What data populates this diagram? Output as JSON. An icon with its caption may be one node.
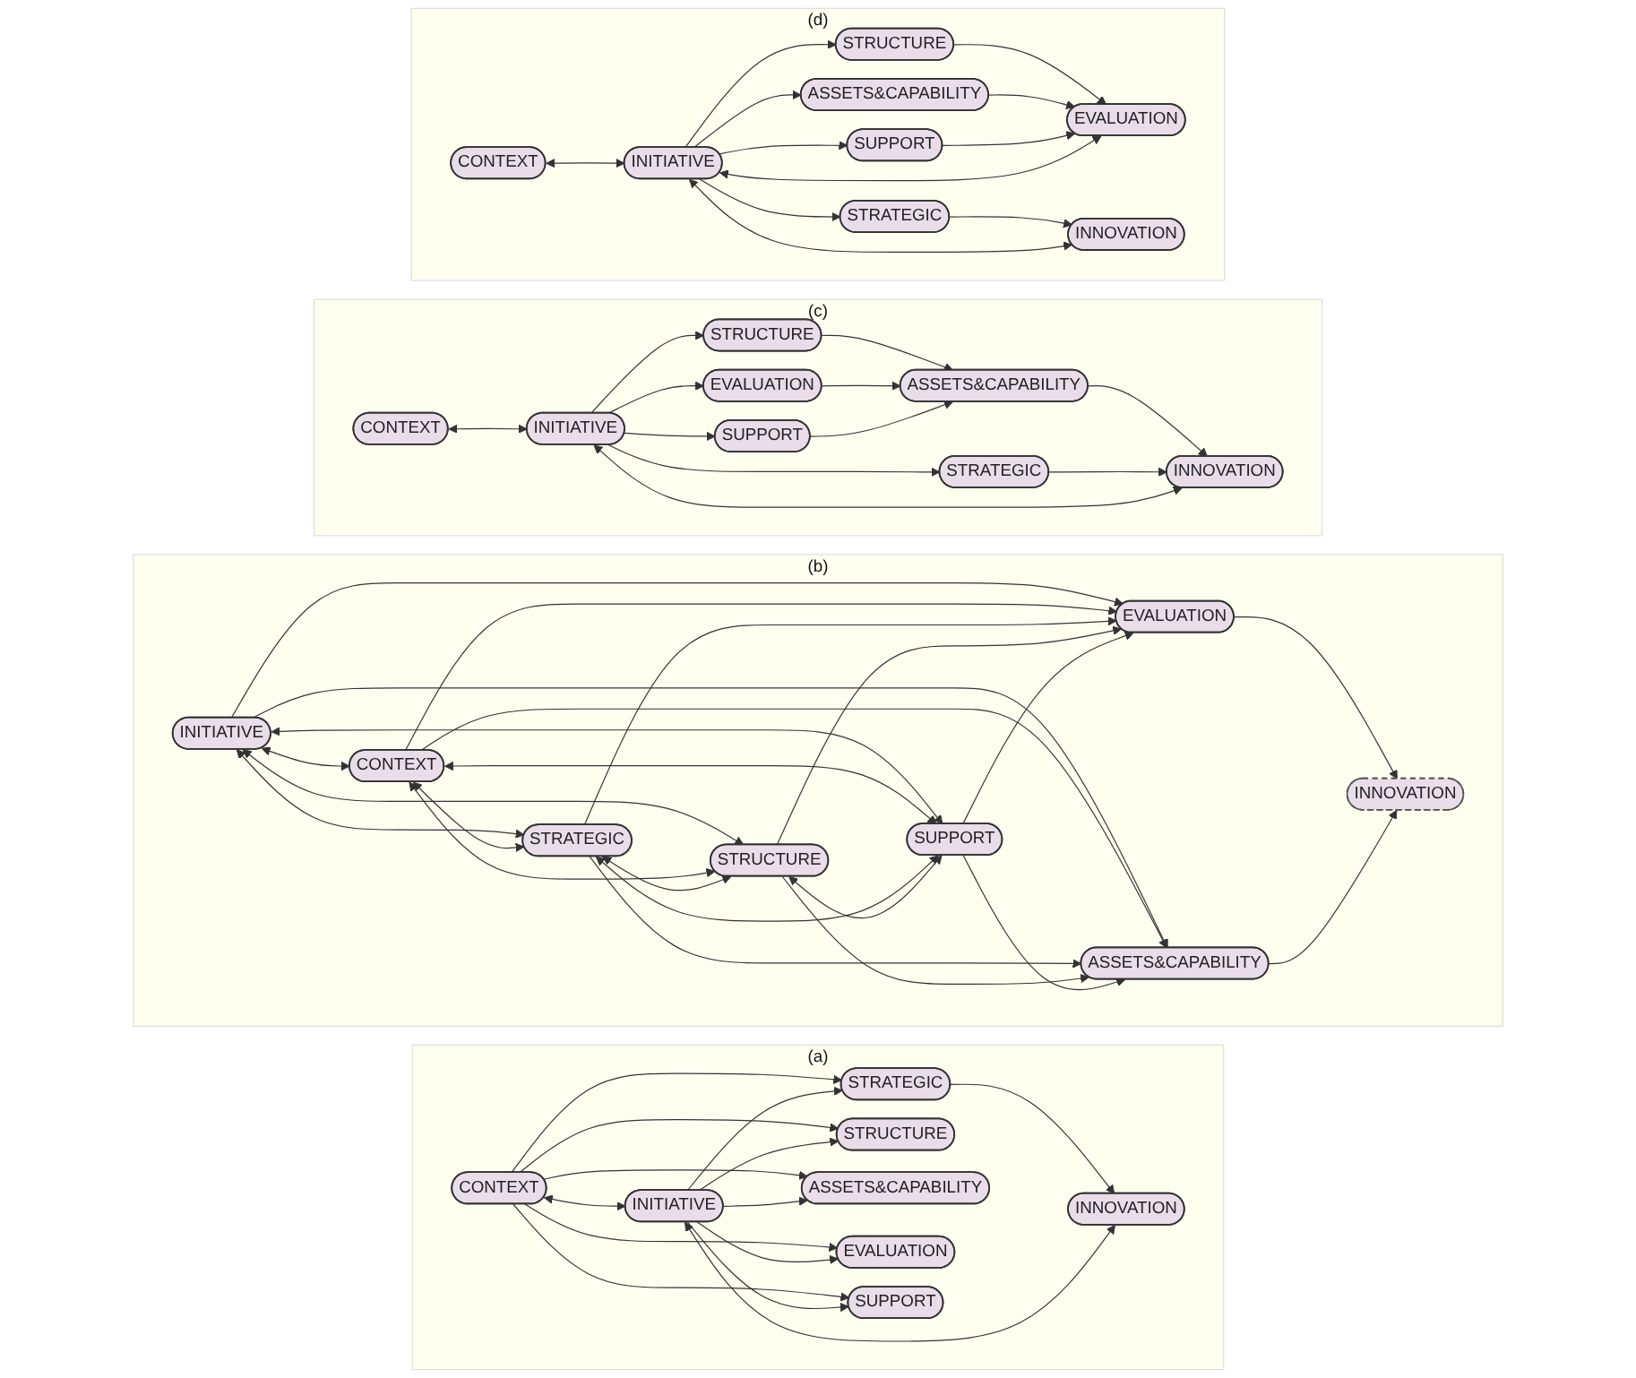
{
  "diagram": {
    "nodes": [
      {
        "text": [
          "(a)"
        ]
      },
      {
        "text": [
          "STRATEGIC"
        ],
        "in": 0
      },
      {
        "text": [
          "CONTEXT"
        ],
        "in": 0
      },
      {
        "text": [
          "STRUCTURE"
        ],
        "in": 0
      },
      {
        "text": [
          "ASSETS&CAPABILITY"
        ],
        "in": 0
      },
      {
        "text": [
          "INNOVATION"
        ],
        "in": 0
      },
      {
        "text": [
          "INITIATIVE"
        ],
        "in": 0
      },
      {
        "text": [
          "EVALUATION"
        ],
        "in": 0
      },
      {
        "text": [
          "SUPPORT"
        ],
        "in": 0
      },
      {
        "text": [
          "(b)"
        ]
      },
      {
        "text": [
          "INITIATIVE"
        ],
        "in": 9
      },
      {
        "text": [
          "CONTEXT"
        ],
        "in": 9
      },
      {
        "text": [
          "EVALUATION"
        ],
        "in": 9
      },
      {
        "text": [
          "INNOVATION"
        ],
        "in": 9
      },
      {
        "text": [
          "STRATEGIC"
        ],
        "in": 9
      },
      {
        "text": [
          "ASSETS&CAPABILITY"
        ],
        "in": 9
      },
      {
        "text": [
          "STRUCTURE"
        ],
        "in": 9
      },
      {
        "text": [
          "SUPPORT"
        ],
        "in": 9
      },
      {
        "text": [
          "(c)"
        ]
      },
      {
        "text": [
          "STRATEGIC"
        ],
        "in": 18
      },
      {
        "text": [
          "CONTEXT"
        ],
        "in": 18
      },
      {
        "text": [
          "STRUCTURE"
        ],
        "in": 18
      },
      {
        "text": [
          "ASSETS&CAPABILITY"
        ],
        "in": 18
      },
      {
        "text": [
          "INNOVATION"
        ],
        "in": 18
      },
      {
        "text": [
          "EVALUATION"
        ],
        "in": 18
      },
      {
        "text": [
          "INITIATIVE"
        ],
        "in": 18
      },
      {
        "text": [
          "SUPPORT"
        ],
        "in": 18
      },
      {
        "text": [
          "(d)"
        ]
      },
      {
        "text": [
          "STRATEGIC"
        ],
        "in": 27
      },
      {
        "text": [
          "CONTEXT"
        ],
        "in": 27
      },
      {
        "text": [
          "STRUCTURE"
        ],
        "in": 27
      },
      {
        "text": [
          "INNOVATION"
        ],
        "in": 27
      },
      {
        "text": [
          "ASSETS&CAPABILITY"
        ],
        "in": 27
      },
      {
        "text": [
          "EVALUATION"
        ],
        "in": 27
      },
      {
        "text": [
          "INITIATIVE"
        ],
        "in": 27
      },
      {
        "text": [
          "SUPPORT"
        ],
        "in": 27
      }
    ],
    "edges": [
      {
        "from": 2,
        "to": 1,
        "arrow": "to"
      },
      {
        "from": 2,
        "to": 3,
        "arrow": "to"
      },
      {
        "from": 2,
        "to": 4,
        "arrow": "to"
      },
      {
        "from": 2,
        "to": 7,
        "arrow": "to"
      },
      {
        "from": 2,
        "to": 8,
        "arrow": "to"
      },
      {
        "from": 2,
        "to": 6,
        "arrow": "both"
      },
      {
        "from": 6,
        "to": 1,
        "arrow": "to"
      },
      {
        "from": 6,
        "to": 3,
        "arrow": "to"
      },
      {
        "from": 6,
        "to": 4,
        "arrow": "to"
      },
      {
        "from": 6,
        "to": 7,
        "arrow": "to"
      },
      {
        "from": 6,
        "to": 8,
        "arrow": "to"
      },
      {
        "from": 1,
        "to": 5,
        "arrow": "to"
      },
      {
        "from": 6,
        "to": 5,
        "arrow": "both"
      },
      {
        "from": 10,
        "to": 11,
        "arrow": "both"
      },
      {
        "from": 10,
        "to": 14,
        "arrow": "both"
      },
      {
        "from": 10,
        "to": 16,
        "arrow": "both"
      },
      {
        "from": 10,
        "to": 17,
        "arrow": "both"
      },
      {
        "from": 11,
        "to": 14,
        "arrow": "both"
      },
      {
        "from": 11,
        "to": 16,
        "arrow": "both"
      },
      {
        "from": 11,
        "to": 17,
        "arrow": "both"
      },
      {
        "from": 14,
        "to": 16,
        "arrow": "both"
      },
      {
        "from": 14,
        "to": 17,
        "arrow": "both"
      },
      {
        "from": 16,
        "to": 17,
        "arrow": "both"
      },
      {
        "from": 10,
        "to": 12,
        "arrow": "to"
      },
      {
        "from": 10,
        "to": 15,
        "arrow": "to"
      },
      {
        "from": 11,
        "to": 12,
        "arrow": "to"
      },
      {
        "from": 11,
        "to": 15,
        "arrow": "to"
      },
      {
        "from": 14,
        "to": 12,
        "arrow": "to"
      },
      {
        "from": 14,
        "to": 15,
        "arrow": "to"
      },
      {
        "from": 16,
        "to": 12,
        "arrow": "to"
      },
      {
        "from": 16,
        "to": 15,
        "arrow": "to"
      },
      {
        "from": 17,
        "to": 12,
        "arrow": "to"
      },
      {
        "from": 17,
        "to": 15,
        "arrow": "to"
      },
      {
        "from": 12,
        "to": 13,
        "arrow": "to"
      },
      {
        "from": 15,
        "to": 13,
        "arrow": "to"
      },
      {
        "from": 20,
        "to": 25,
        "arrow": "both"
      },
      {
        "from": 25,
        "to": 19,
        "arrow": "to"
      },
      {
        "from": 25,
        "to": 21,
        "arrow": "to"
      },
      {
        "from": 25,
        "to": 24,
        "arrow": "to"
      },
      {
        "from": 25,
        "to": 26,
        "arrow": "to"
      },
      {
        "from": 21,
        "to": 22,
        "arrow": "to"
      },
      {
        "from": 24,
        "to": 22,
        "arrow": "to"
      },
      {
        "from": 26,
        "to": 22,
        "arrow": "to"
      },
      {
        "from": 22,
        "to": 23,
        "arrow": "to"
      },
      {
        "from": 19,
        "to": 23,
        "arrow": "to"
      },
      {
        "from": 25,
        "to": 23,
        "arrow": "both"
      },
      {
        "from": 29,
        "to": 34,
        "arrow": "both"
      },
      {
        "from": 34,
        "to": 28,
        "arrow": "to"
      },
      {
        "from": 34,
        "to": 30,
        "arrow": "to"
      },
      {
        "from": 34,
        "to": 32,
        "arrow": "to"
      },
      {
        "from": 34,
        "to": 35,
        "arrow": "to"
      },
      {
        "from": 30,
        "to": 33,
        "arrow": "to"
      },
      {
        "from": 32,
        "to": 33,
        "arrow": "to"
      },
      {
        "from": 35,
        "to": 33,
        "arrow": "to"
      },
      {
        "from": 28,
        "to": 31,
        "arrow": "to"
      },
      {
        "from": 34,
        "to": 33,
        "arrow": "both"
      },
      {
        "from": 34,
        "to": 31,
        "arrow": "both"
      }
    ]
  }
}
